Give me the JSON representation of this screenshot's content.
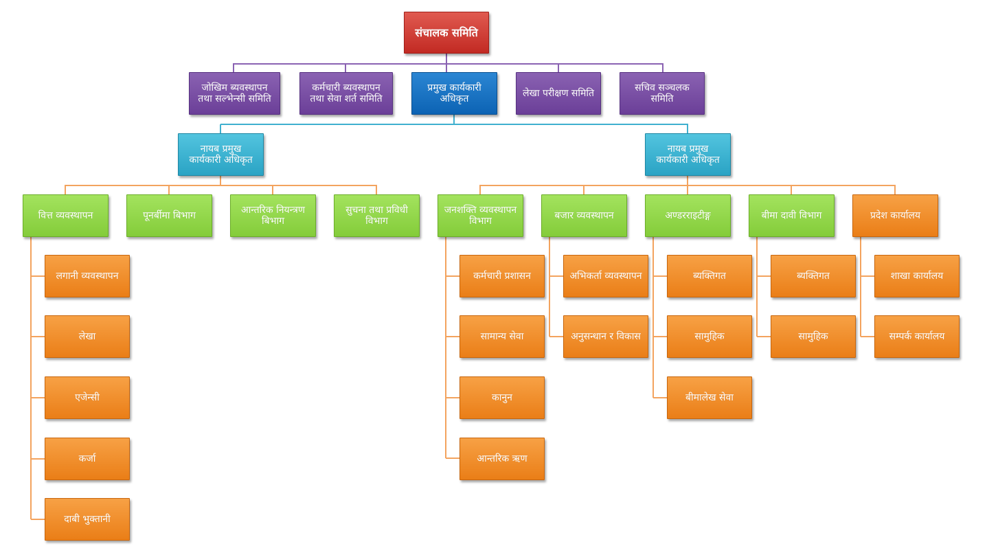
{
  "board": "संचालक समिति",
  "committees": [
    {
      "line1": "जोखिम ब्यवस्थापन",
      "line2": "तथा सल्भेन्सी समिति"
    },
    {
      "line1": "कर्मचारी ब्यवस्थापन",
      "line2": "तथा सेवा शर्त समिति"
    },
    {
      "line1": "प्रमुख कार्यकारी",
      "line2": "अधिकृत"
    },
    {
      "line1": "लेखा परीक्षण समिति",
      "line2": ""
    },
    {
      "line1": "सचिव सञ्चलक",
      "line2": "समिति"
    }
  ],
  "deputies": [
    {
      "line1": "नायब प्रमुख",
      "line2": "कार्यकारी अधिकृत"
    },
    {
      "line1": "नायब प्रमुख",
      "line2": "कार्यकारी अधिकृत"
    }
  ],
  "departments": [
    {
      "line1": "वित्त व्यवस्थापन",
      "line2": "",
      "children": [
        "लगानी व्यवस्थापन",
        "लेखा",
        "एजेन्सी",
        "कर्जा",
        "दाबी भुक्तानी"
      ]
    },
    {
      "line1": "पूनर्बीमा बिभाग",
      "line2": "",
      "children": []
    },
    {
      "line1": "आन्तरिक नियन्त्रण",
      "line2": "बिभाग",
      "children": []
    },
    {
      "line1": "सुचना तथा प्रविधी",
      "line2": "विभाग",
      "children": []
    },
    {
      "line1": "जनशक्ति व्यवस्थापन",
      "line2": "विभाग",
      "children": [
        "कर्मचारी प्रशासन",
        "सामान्य सेवा",
        "कानुन",
        "आन्तरिक ऋण"
      ]
    },
    {
      "line1": "बजार व्यवस्थापन",
      "line2": "",
      "children": [
        "अभिकर्ता व्यवस्थापन",
        "अनुसन्धान र विकास"
      ]
    },
    {
      "line1": "अण्डरराइटीङ्ग",
      "line2": "",
      "children": [
        "ब्यक्तिगत",
        "सामुहिक",
        "बीमालेख सेवा"
      ]
    },
    {
      "line1": "बीमा दावी विभाग",
      "line2": "",
      "children": [
        "ब्यक्तिगत",
        "सामुहिक"
      ]
    },
    {
      "line1": "प्रदेश कार्यालय",
      "line2": "",
      "children": [
        "शाखा कार्यालय",
        "सम्पर्क कार्यालय"
      ]
    }
  ],
  "colors": {
    "board": "#c7302a",
    "committee": "#6b3f98",
    "ceo": "#0c63b4",
    "deputy": "#2aa3c4",
    "department": "#84cc3a",
    "unit": "#ea7e17"
  }
}
